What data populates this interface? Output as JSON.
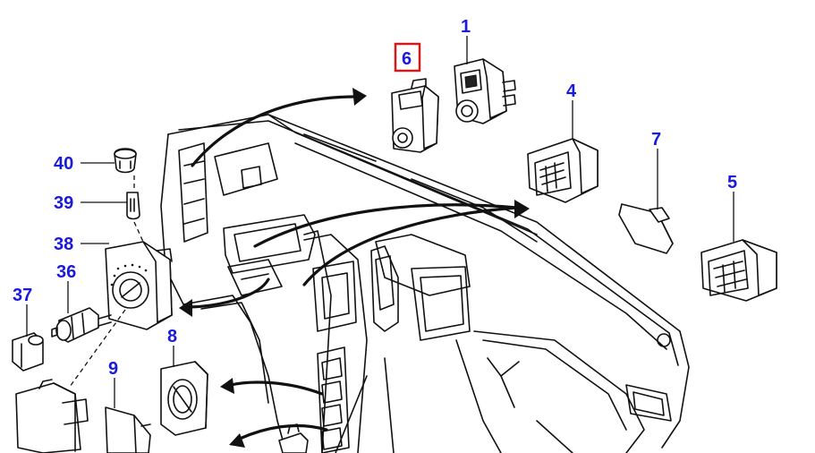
{
  "parts": [
    {
      "id": "part-1",
      "label": "1"
    },
    {
      "id": "part-4",
      "label": "4"
    },
    {
      "id": "part-5",
      "label": "5"
    },
    {
      "id": "part-6",
      "label": "6",
      "highlighted": true
    },
    {
      "id": "part-7",
      "label": "7"
    },
    {
      "id": "part-8",
      "label": "8"
    },
    {
      "id": "part-9",
      "label": "9"
    },
    {
      "id": "part-36",
      "label": "36"
    },
    {
      "id": "part-37",
      "label": "37"
    },
    {
      "id": "part-38",
      "label": "38"
    },
    {
      "id": "part-39",
      "label": "39"
    },
    {
      "id": "part-40",
      "label": "40"
    }
  ],
  "colors": {
    "label": "#1a1adb",
    "highlight": "#d11a1a",
    "line": "#111111",
    "background": "#ffffff"
  }
}
